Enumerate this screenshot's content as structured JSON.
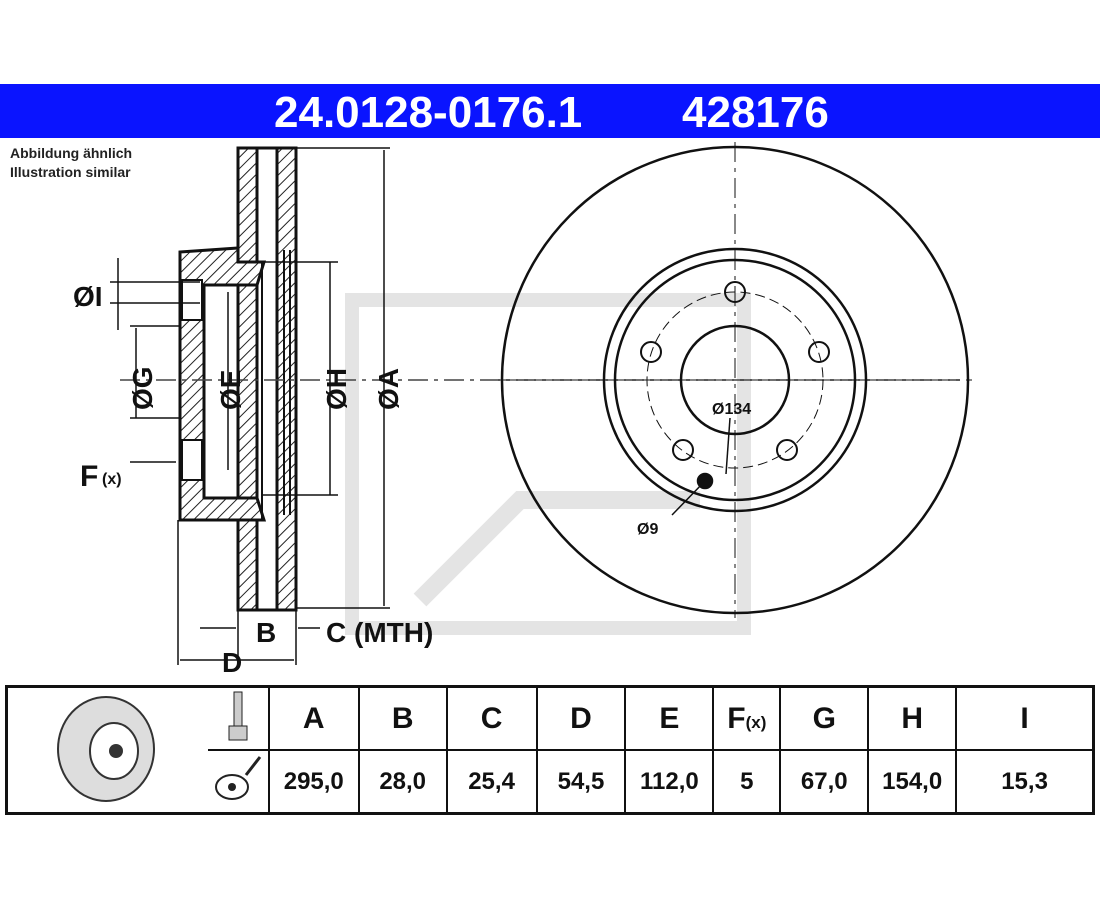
{
  "header": {
    "part_number": "24.0128-0176.1",
    "short_number": "428176",
    "bar_color": "#0a14ff"
  },
  "note": {
    "line_de": "Abbildung ähnlich",
    "line_en": "Illustration similar"
  },
  "section_labels": {
    "I": "ØI",
    "G": "ØG",
    "E": "ØE",
    "H": "ØH",
    "A": "ØA",
    "F": "F",
    "F_sub": "(x)",
    "B": "B",
    "C": "C (MTH)",
    "D": "D"
  },
  "front_labels": {
    "pcd": "Ø134",
    "hole": "Ø9"
  },
  "table": {
    "columns": [
      {
        "key": "A",
        "label": "A",
        "value": "295,0"
      },
      {
        "key": "B",
        "label": "B",
        "value": "28,0"
      },
      {
        "key": "C",
        "label": "C",
        "value": "25,4"
      },
      {
        "key": "D",
        "label": "D",
        "value": "54,5"
      },
      {
        "key": "E",
        "label": "E",
        "value": "112,0"
      },
      {
        "key": "F",
        "label": "F",
        "sub": "(x)",
        "value": "5"
      },
      {
        "key": "G",
        "label": "G",
        "value": "67,0"
      },
      {
        "key": "H",
        "label": "H",
        "value": "154,0"
      },
      {
        "key": "I",
        "label": "I",
        "value": "15,3"
      }
    ]
  }
}
